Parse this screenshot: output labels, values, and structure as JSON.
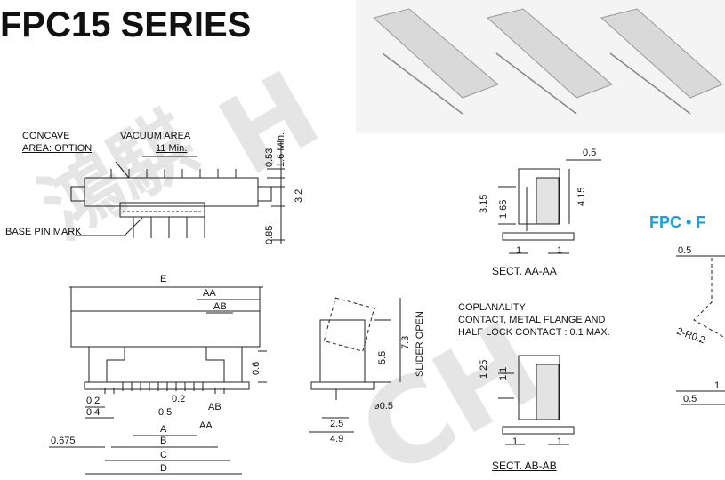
{
  "title": "FPC15 SERIES",
  "top_view": {
    "concave_label_line1": "CONCAVE",
    "concave_label_line2": "AREA: OPTION",
    "vacuum_label": "VACUUM AREA",
    "vacuum_dim": "11 Min.",
    "base_pin_mark": "BASE PIN MARK",
    "dim_053": "0.53",
    "dim_16min": "1.6 Min.",
    "dim_32": "3.2",
    "dim_085": "0.85"
  },
  "front_view": {
    "E": "E",
    "AA": "AA",
    "AB": "AB",
    "dim_06": "0.6",
    "dim_02a": "0.2",
    "dim_02b": "0.2",
    "dim_04": "0.4",
    "dim_05": "0.5",
    "AB2": "AB",
    "A": "A",
    "AA2": "AA",
    "dim_0675": "0.675",
    "B": "B",
    "C": "C",
    "D": "D"
  },
  "side_view": {
    "dim_55": "5.5",
    "dim_73": "7.3",
    "slider_open": "SLIDER OPEN",
    "dim_phi05": "ø0.5",
    "dim_25": "2.5",
    "dim_49": "4.9"
  },
  "sect_aa": {
    "dim_05": "0.5",
    "dim_315": "3.15",
    "dim_165": "1.65",
    "dim_415": "4.15",
    "dim_1a": "1",
    "dim_1b": "1",
    "label": "SECT. AA-AA"
  },
  "coplanarity": {
    "line1": "COPLANALITY",
    "line2": "CONTACT, METAL FLANGE AND",
    "line3": "HALF LOCK CONTACT : 0.1 MAX."
  },
  "sect_ab": {
    "dim_125": "1.25",
    "dim_11": "1.1",
    "dim_1a": "1",
    "dim_1b": "1",
    "label": "SECT. AB-AB"
  },
  "right_partial": {
    "fpc": "FPC • F",
    "dim_05a": "0.5",
    "dim_r02": "2-R0.2",
    "dim_1": "1",
    "dim_05b": "0.5"
  },
  "watermark": "鴻 騏 H ... C H"
}
